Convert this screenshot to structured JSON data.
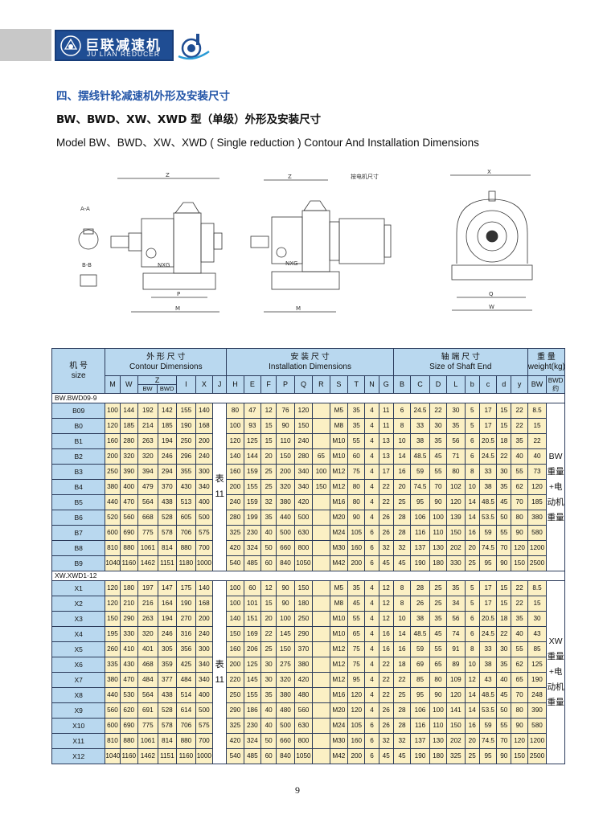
{
  "brand": {
    "name_cn": "巨联减速机",
    "name_en": "JU LIAN REDUCER"
  },
  "section_title": "四、摆线针轮减速机外形及安装尺寸",
  "model_title_cn": "BW、BWD、XW、XWD 型（单级）外形及安装尺寸",
  "model_title_en": "Model BW、BWD、XW、XWD ( Single reduction ) Contour And Installation Dimensions",
  "drawing_labels": {
    "motor_dim": "按电机尺寸",
    "nxg": "NXG",
    "aa": "A-A",
    "bb": "B-B"
  },
  "table": {
    "model_label": "机 号",
    "size_label": "size",
    "contour_cn": "外 形 尺 寸",
    "contour_en": "Contour Dimensions",
    "install_cn": "安 装 尺 寸",
    "install_en": "Installation Dimensions",
    "shaft_cn": "轴 端 尺 寸",
    "shaft_en": "Size of Shaft End",
    "weight_cn": "重 量",
    "weight_en": "weight(kg)",
    "col_M": "M",
    "col_W": "W",
    "col_Z": "Z",
    "col_BW": "BW",
    "col_BWD": "BWD",
    "col_I": "I",
    "col_X": "X",
    "col_J": "J",
    "col_H": "H",
    "col_E": "E",
    "col_F": "F",
    "col_P": "P",
    "col_Q": "Q",
    "col_R": "R",
    "col_S": "S",
    "col_T": "T",
    "col_N": "N",
    "col_G": "G",
    "col_B": "B",
    "col_C": "C",
    "col_D": "D",
    "col_L": "L",
    "col_b": "b",
    "col_c": "c",
    "col_d": "d",
    "col_y": "y",
    "col_wBW": "BW",
    "col_wBWD": "BWD约",
    "j_note": "表11",
    "section_bw": "BW.BWD09-9",
    "section_xw": "XW.XWD1-12",
    "bw_weight_note": "BW重量+电动机重量",
    "xw_weight_note": "XW重量+电动机重量",
    "bw_rows": [
      [
        "B09",
        "100",
        "144",
        "192",
        "142",
        "155",
        "140",
        "80",
        "47",
        "12",
        "76",
        "120",
        "",
        "M5",
        "35",
        "4",
        "11",
        "6",
        "24.5",
        "22",
        "30",
        "5",
        "17",
        "15",
        "22",
        "8.5"
      ],
      [
        "B0",
        "120",
        "185",
        "214",
        "185",
        "190",
        "168",
        "100",
        "93",
        "15",
        "90",
        "150",
        "",
        "M8",
        "35",
        "4",
        "11",
        "8",
        "33",
        "30",
        "35",
        "5",
        "17",
        "15",
        "22",
        "15"
      ],
      [
        "B1",
        "160",
        "280",
        "263",
        "194",
        "250",
        "200",
        "120",
        "125",
        "15",
        "110",
        "240",
        "",
        "M10",
        "55",
        "4",
        "13",
        "10",
        "38",
        "35",
        "56",
        "6",
        "20.5",
        "18",
        "35",
        "22"
      ],
      [
        "B2",
        "200",
        "320",
        "320",
        "246",
        "296",
        "240",
        "140",
        "144",
        "20",
        "150",
        "280",
        "65",
        "M10",
        "60",
        "4",
        "13",
        "14",
        "48.5",
        "45",
        "71",
        "6",
        "24.5",
        "22",
        "40",
        "40"
      ],
      [
        "B3",
        "250",
        "390",
        "394",
        "294",
        "355",
        "300",
        "160",
        "159",
        "25",
        "200",
        "340",
        "100",
        "M12",
        "75",
        "4",
        "17",
        "16",
        "59",
        "55",
        "80",
        "8",
        "33",
        "30",
        "55",
        "73"
      ],
      [
        "B4",
        "380",
        "400",
        "479",
        "370",
        "430",
        "340",
        "200",
        "155",
        "25",
        "320",
        "340",
        "150",
        "M12",
        "80",
        "4",
        "22",
        "20",
        "74.5",
        "70",
        "102",
        "10",
        "38",
        "35",
        "62",
        "120"
      ],
      [
        "B5",
        "440",
        "470",
        "564",
        "438",
        "513",
        "400",
        "240",
        "159",
        "32",
        "380",
        "420",
        "",
        "M16",
        "80",
        "4",
        "22",
        "25",
        "95",
        "90",
        "120",
        "14",
        "48.5",
        "45",
        "70",
        "185"
      ],
      [
        "B6",
        "520",
        "560",
        "668",
        "528",
        "605",
        "500",
        "280",
        "199",
        "35",
        "440",
        "500",
        "",
        "M20",
        "90",
        "4",
        "26",
        "28",
        "106",
        "100",
        "139",
        "14",
        "53.5",
        "50",
        "80",
        "380"
      ],
      [
        "B7",
        "600",
        "690",
        "775",
        "578",
        "706",
        "575",
        "325",
        "230",
        "40",
        "500",
        "630",
        "",
        "M24",
        "105",
        "6",
        "26",
        "28",
        "116",
        "110",
        "150",
        "16",
        "59",
        "55",
        "90",
        "580"
      ],
      [
        "B8",
        "810",
        "880",
        "1061",
        "814",
        "880",
        "700",
        "420",
        "324",
        "50",
        "660",
        "800",
        "",
        "M30",
        "160",
        "6",
        "32",
        "32",
        "137",
        "130",
        "202",
        "20",
        "74.5",
        "70",
        "120",
        "1200"
      ],
      [
        "B9",
        "1040",
        "1160",
        "1462",
        "1151",
        "1180",
        "1000",
        "540",
        "485",
        "60",
        "840",
        "1050",
        "",
        "M42",
        "200",
        "6",
        "45",
        "45",
        "190",
        "180",
        "330",
        "25",
        "95",
        "90",
        "150",
        "2500"
      ]
    ],
    "xw_rows": [
      [
        "X1",
        "120",
        "180",
        "197",
        "147",
        "175",
        "140",
        "100",
        "60",
        "12",
        "90",
        "150",
        "",
        "M5",
        "35",
        "4",
        "12",
        "8",
        "28",
        "25",
        "35",
        "5",
        "17",
        "15",
        "22",
        "8.5"
      ],
      [
        "X2",
        "120",
        "210",
        "216",
        "164",
        "190",
        "168",
        "100",
        "101",
        "15",
        "90",
        "180",
        "",
        "M8",
        "45",
        "4",
        "12",
        "8",
        "26",
        "25",
        "34",
        "5",
        "17",
        "15",
        "22",
        "15"
      ],
      [
        "X3",
        "150",
        "290",
        "263",
        "194",
        "270",
        "200",
        "140",
        "151",
        "20",
        "100",
        "250",
        "",
        "M10",
        "55",
        "4",
        "12",
        "10",
        "38",
        "35",
        "56",
        "6",
        "20.5",
        "18",
        "35",
        "30"
      ],
      [
        "X4",
        "195",
        "330",
        "320",
        "246",
        "316",
        "240",
        "150",
        "169",
        "22",
        "145",
        "290",
        "",
        "M10",
        "65",
        "4",
        "16",
        "14",
        "48.5",
        "45",
        "74",
        "6",
        "24.5",
        "22",
        "40",
        "43"
      ],
      [
        "X5",
        "260",
        "410",
        "401",
        "305",
        "356",
        "300",
        "160",
        "206",
        "25",
        "150",
        "370",
        "",
        "M12",
        "75",
        "4",
        "16",
        "16",
        "59",
        "55",
        "91",
        "8",
        "33",
        "30",
        "55",
        "85"
      ],
      [
        "X6",
        "335",
        "430",
        "468",
        "359",
        "425",
        "340",
        "200",
        "125",
        "30",
        "275",
        "380",
        "",
        "M12",
        "75",
        "4",
        "22",
        "18",
        "69",
        "65",
        "89",
        "10",
        "38",
        "35",
        "62",
        "125"
      ],
      [
        "X7",
        "380",
        "470",
        "484",
        "377",
        "484",
        "340",
        "220",
        "145",
        "30",
        "320",
        "420",
        "",
        "M12",
        "95",
        "4",
        "22",
        "22",
        "85",
        "80",
        "109",
        "12",
        "43",
        "40",
        "65",
        "190"
      ],
      [
        "X8",
        "440",
        "530",
        "564",
        "438",
        "514",
        "400",
        "250",
        "155",
        "35",
        "380",
        "480",
        "",
        "M16",
        "120",
        "4",
        "22",
        "25",
        "95",
        "90",
        "120",
        "14",
        "48.5",
        "45",
        "70",
        "248"
      ],
      [
        "X9",
        "560",
        "620",
        "691",
        "528",
        "614",
        "500",
        "290",
        "186",
        "40",
        "480",
        "560",
        "",
        "M20",
        "120",
        "4",
        "26",
        "28",
        "106",
        "100",
        "141",
        "14",
        "53.5",
        "50",
        "80",
        "390"
      ],
      [
        "X10",
        "600",
        "690",
        "775",
        "578",
        "706",
        "575",
        "325",
        "230",
        "40",
        "500",
        "630",
        "",
        "M24",
        "105",
        "6",
        "26",
        "28",
        "116",
        "110",
        "150",
        "16",
        "59",
        "55",
        "90",
        "580"
      ],
      [
        "X11",
        "810",
        "880",
        "1061",
        "814",
        "880",
        "700",
        "420",
        "324",
        "50",
        "660",
        "800",
        "",
        "M30",
        "160",
        "6",
        "32",
        "32",
        "137",
        "130",
        "202",
        "20",
        "74.5",
        "70",
        "120",
        "1200"
      ],
      [
        "X12",
        "1040",
        "1160",
        "1462",
        "1151",
        "1160",
        "1000",
        "540",
        "485",
        "60",
        "840",
        "1050",
        "",
        "M42",
        "200",
        "6",
        "45",
        "45",
        "190",
        "180",
        "325",
        "25",
        "95",
        "90",
        "150",
        "2500"
      ]
    ]
  },
  "page_number": "9"
}
